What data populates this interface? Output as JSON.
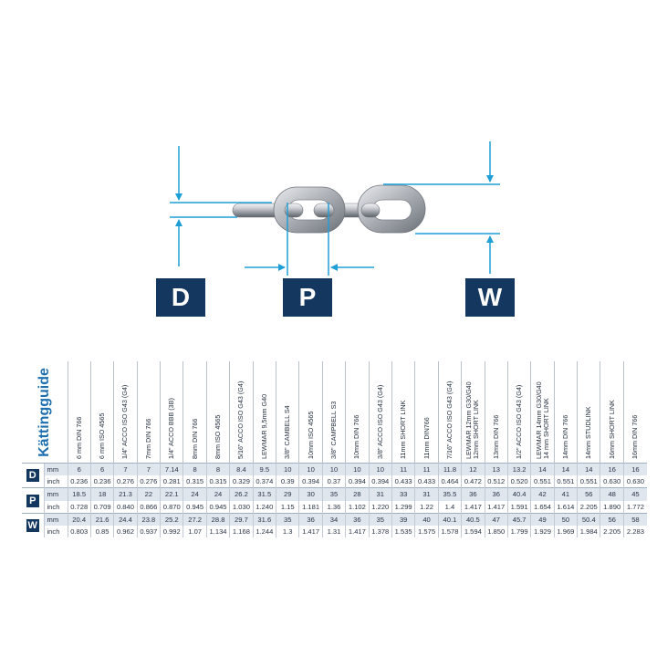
{
  "diagram": {
    "labels": {
      "d": "D",
      "p": "P",
      "w": "W"
    },
    "colors": {
      "accent": "#1f9fd6",
      "badge": "#13375e",
      "title": "#1d6fb0"
    }
  },
  "table": {
    "title": "Kättingguide",
    "units": {
      "mm": "mm",
      "inch": "inch"
    },
    "row_letters": [
      "D",
      "P",
      "W"
    ],
    "columns": [
      "6 mm DIN 766",
      "6 mm ISO 4565",
      "1/4\" ACCO ISO G43 (G4)",
      "7mm DIN 766",
      "1/4\" ACCO BBB (3B)",
      "8mm DIN 766",
      "8mm ISO 4565",
      "5/16\" ACCO ISO G43 (G4)",
      "LEWMAR 9,5mm G40",
      "3/8\" CAMBELL S4",
      "10mm ISO 4565",
      "3/8\" CAMPBELL S3",
      "10mm DIN 766",
      "3/8\" ACCO ISO G43 (G4)",
      "11mm SHORT LINK",
      "11mm DIN766",
      "7/16\" ACCO ISO G43 (G4)",
      "LEWMAR 12mm G30/G40\n12mm SHORT LINK",
      "13mm DIN 766",
      "1/2\" ACCO ISO G43 (G4)",
      "LEWMAR 14mm G30/G40\n14 mm SHORT LINK",
      "14mm DIN 766",
      "14mm STUDLINK",
      "16mm SHORT LINK",
      "16mm DIN 766"
    ],
    "D": {
      "mm": [
        "6",
        "6",
        "7",
        "7",
        "7.14",
        "8",
        "8",
        "8.4",
        "9.5",
        "10",
        "10",
        "10",
        "10",
        "10",
        "11",
        "11",
        "11.8",
        "12",
        "13",
        "13.2",
        "14",
        "14",
        "14",
        "16",
        "16"
      ],
      "inch": [
        "0.236",
        "0.236",
        "0.276",
        "0.276",
        "0.281",
        "0.315",
        "0.315",
        "0.329",
        "0.374",
        "0.39",
        "0.394",
        "0.37",
        "0.394",
        "0.394",
        "0.433",
        "0.433",
        "0.464",
        "0.472",
        "0.512",
        "0.520",
        "0.551",
        "0.551",
        "0.551",
        "0.630",
        "0.630"
      ]
    },
    "P": {
      "mm": [
        "18.5",
        "18",
        "21.3",
        "22",
        "22.1",
        "24",
        "24",
        "26.2",
        "31.5",
        "29",
        "30",
        "35",
        "28",
        "31",
        "33",
        "31",
        "35.5",
        "36",
        "36",
        "40.4",
        "42",
        "41",
        "56",
        "48",
        "45"
      ],
      "inch": [
        "0.728",
        "0.709",
        "0.840",
        "0.866",
        "0.870",
        "0.945",
        "0.945",
        "1.030",
        "1.240",
        "1.15",
        "1.181",
        "1.36",
        "1.102",
        "1.220",
        "1.299",
        "1.22",
        "1.4",
        "1.417",
        "1.417",
        "1.591",
        "1.654",
        "1.614",
        "2.205",
        "1.890",
        "1.772"
      ]
    },
    "W": {
      "mm": [
        "20.4",
        "21.6",
        "24.4",
        "23.8",
        "25.2",
        "27.2",
        "28.8",
        "29.7",
        "31.6",
        "35",
        "36",
        "34",
        "36",
        "35",
        "39",
        "40",
        "40.1",
        "40.5",
        "47",
        "45.7",
        "49",
        "50",
        "50.4",
        "56",
        "58"
      ],
      "inch": [
        "0.803",
        "0.85",
        "0.962",
        "0.937",
        "0.992",
        "1.07",
        "1.134",
        "1.168",
        "1.244",
        "1.3",
        "1.417",
        "1.31",
        "1.417",
        "1.378",
        "1.535",
        "1.575",
        "1.578",
        "1.594",
        "1.850",
        "1.799",
        "1.929",
        "1.969",
        "1.984",
        "2.205",
        "2.283"
      ]
    }
  }
}
